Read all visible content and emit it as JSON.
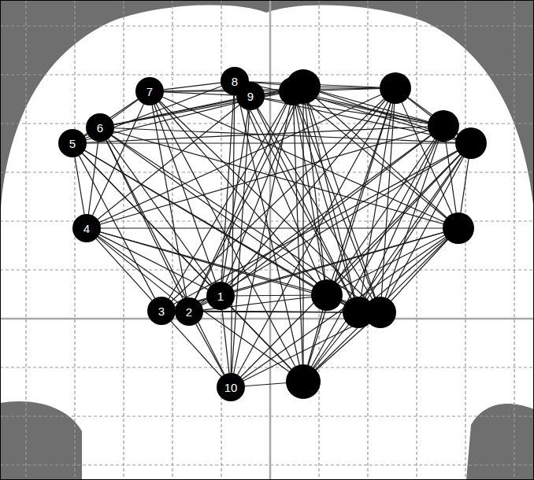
{
  "diagram": {
    "nodes": [
      {
        "text": [
          "1"
        ]
      },
      {
        "text": [
          "2"
        ]
      },
      {
        "text": [
          "3"
        ]
      },
      {
        "text": [
          "4"
        ]
      },
      {
        "text": [
          "5"
        ]
      },
      {
        "text": [
          "6"
        ]
      },
      {
        "text": [
          "7"
        ]
      },
      {
        "text": [
          "8"
        ]
      },
      {
        "text": [
          "9"
        ]
      },
      {
        "text": [
          "10"
        ]
      }
    ],
    "edges": [
      {
        "from": 0,
        "to": 1,
        "arrow": "none"
      },
      {
        "from": 0,
        "to": 2,
        "arrow": "none"
      },
      {
        "from": 0,
        "to": 3,
        "arrow": "none"
      },
      {
        "from": 0,
        "to": 4,
        "arrow": "none"
      },
      {
        "from": 0,
        "to": 5,
        "arrow": "none"
      },
      {
        "from": 0,
        "to": 6,
        "arrow": "none"
      },
      {
        "from": 0,
        "to": 7,
        "arrow": "none"
      },
      {
        "from": 0,
        "to": 8,
        "arrow": "none"
      },
      {
        "from": 0,
        "to": 9,
        "arrow": "none"
      },
      {
        "from": 1,
        "to": 2,
        "arrow": "none"
      },
      {
        "from": 1,
        "to": 3,
        "arrow": "none"
      },
      {
        "from": 1,
        "to": 5,
        "arrow": "none"
      },
      {
        "from": 1,
        "to": 6,
        "arrow": "none"
      },
      {
        "from": 1,
        "to": 9,
        "arrow": "none"
      },
      {
        "from": 2,
        "to": 3,
        "arrow": "none"
      },
      {
        "from": 2,
        "to": 4,
        "arrow": "none"
      },
      {
        "from": 2,
        "to": 9,
        "arrow": "none"
      },
      {
        "from": 3,
        "to": 4,
        "arrow": "none"
      },
      {
        "from": 3,
        "to": 5,
        "arrow": "none"
      },
      {
        "from": 3,
        "to": 6,
        "arrow": "none"
      },
      {
        "from": 3,
        "to": 8,
        "arrow": "none"
      },
      {
        "from": 4,
        "to": 5,
        "arrow": "none"
      },
      {
        "from": 4,
        "to": 6,
        "arrow": "none"
      },
      {
        "from": 4,
        "to": 7,
        "arrow": "none"
      },
      {
        "from": 5,
        "to": 6,
        "arrow": "none"
      },
      {
        "from": 5,
        "to": 8,
        "arrow": "none"
      },
      {
        "from": 6,
        "to": 7,
        "arrow": "none"
      },
      {
        "from": 6,
        "to": 8,
        "arrow": "none"
      },
      {
        "from": 7,
        "to": 8,
        "arrow": "none"
      },
      {
        "from": 8,
        "to": 9,
        "arrow": "none"
      },
      {
        "from": 7,
        "to": 9,
        "arrow": "none"
      },
      {
        "from": 5,
        "to": 9,
        "arrow": "none"
      }
    ]
  }
}
